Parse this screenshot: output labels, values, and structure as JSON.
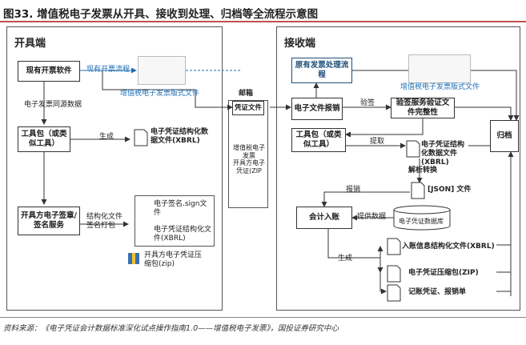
{
  "title": "图33. 增值税电子发票从开具、接收到处理、归档等全流程示意图",
  "left_panel": {
    "title": "开具端",
    "box_software": "现有开票软件",
    "label_source_data": "电子发票同源数据",
    "box_tool": "工具包（或类似工具）",
    "label_generate": "生成",
    "doc_xbrl": "电子凭证结构化数据文件(XBRL)",
    "box_sign": "开具方电子签章/签名服务",
    "label_struct_pack": "结构化文件签名打包",
    "doc_sign": "电子签名.sign文件",
    "doc_xbrl2": "电子凭证结构化文件(XBRL)",
    "doc_zip": "开具方电子凭证压缩包(zip)",
    "label_existing_flow": "现有开票流程",
    "label_layout_file": "增值税电子发票版式文件"
  },
  "middle": {
    "mailbox_title": "邮箱",
    "box_voucher": "凭证文件",
    "box_note": "增值税电子发票\n开具方电子凭证(ZIP"
  },
  "right_panel": {
    "title": "接收端",
    "box_existing": "原有发票处理流程",
    "label_layout_file": "增值税电子发票版式文件",
    "box_capture": "电子文件报销",
    "label_verify": "验签",
    "box_verify": "验签服务验证文件完整性",
    "box_tool": "工具包（或类似工具）",
    "label_extract": "提取",
    "doc_xbrl": "电子凭证结构化数据文件(XBRL)",
    "label_parse": "解析转换",
    "doc_json": "[JSON] 文件",
    "label_reimburse": "报销",
    "box_account": "会计入账",
    "label_provide": "提供数据",
    "db_label": "电子凭证数据库",
    "doc_account_xbrl": "入账信息结构化文件(XBRL)",
    "label_generate": "生成",
    "doc_zip": "电子凭证压缩包(ZIP)",
    "doc_records": "记账凭证、报销单",
    "box_archive": "归档"
  },
  "source": "资料来源：《电子凭证会计数据标准深化试点操作指南1.0——增值税电子发票》，国投证券研究中心",
  "colors": {
    "accent_red": "#c0504d",
    "blue": "#1f6fb5",
    "dark_blue": "#1f4e79"
  }
}
